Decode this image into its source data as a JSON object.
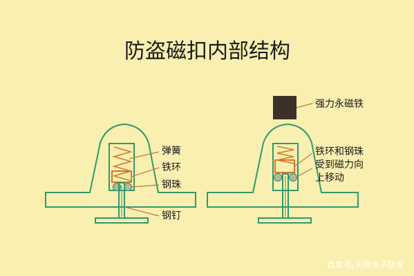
{
  "title": "防盗磁扣内部结构",
  "left_labels": {
    "spring": "弹簧",
    "iron_ring": "铁环",
    "steel_balls": "钢珠",
    "steel_pin": "钢钉"
  },
  "right_labels": {
    "magnet": "强力永磁铁",
    "move_line1": "铁环和钢珠",
    "move_line2": "受到磁力向",
    "move_line3": "上移动"
  },
  "watermark": "百家号/天拼电子玩家",
  "colors": {
    "background": "#f8efb0",
    "outline": "#2f9a6a",
    "spring": "#d27a2a",
    "balls": "#b8b6a2",
    "magnet": "#3a3128",
    "leader": "#c07a3a"
  }
}
